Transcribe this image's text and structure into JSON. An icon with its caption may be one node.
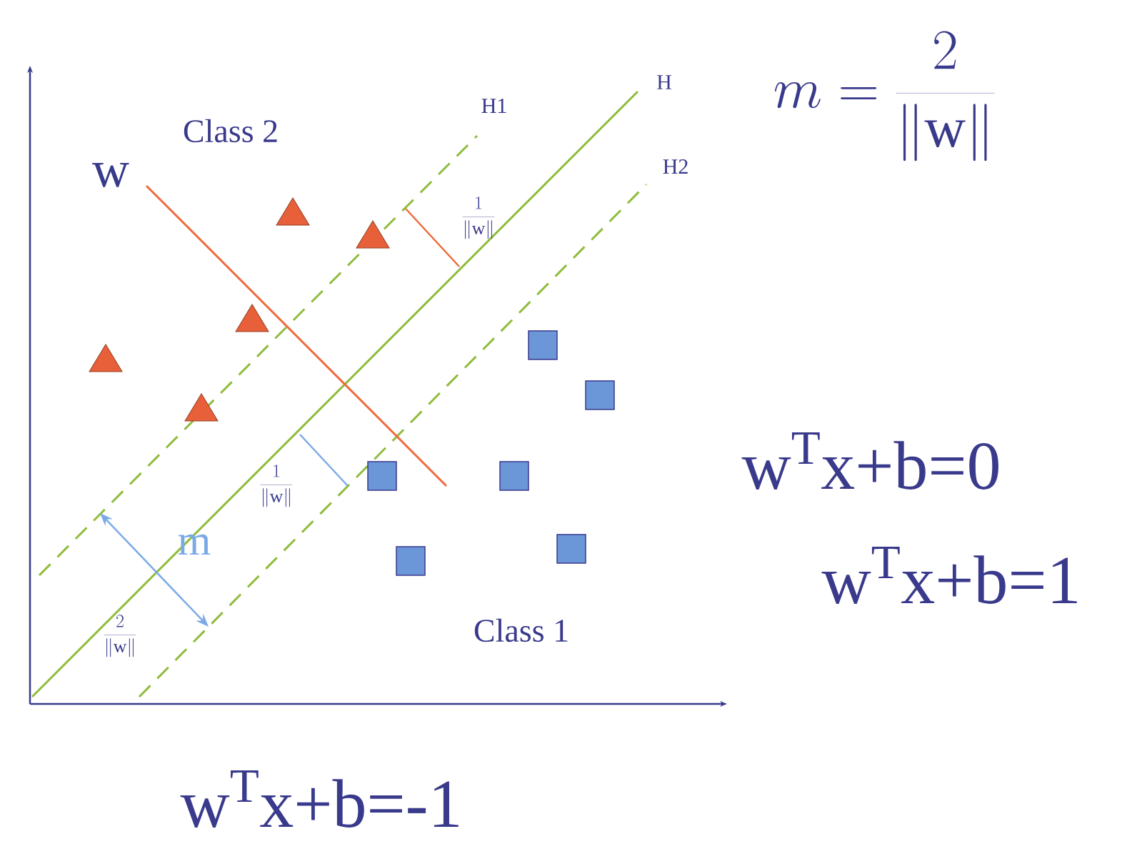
{
  "diagram": {
    "labels": [
      "H",
      "m=\\frac{2}{\\|\\mathrm{w}\\|}",
      "H1",
      "Class 2",
      "H2",
      "w",
      "\\frac{1}{\\|\\mathrm{w}\\|}",
      "w$^{T}$x+b=0",
      "\\frac{1}{\\|\\mathrm{w}\\|}",
      "m",
      "w$^{T}$x+b=1",
      "\\frac{2}{\\|\\mathrm{w}\\|}",
      "Class 1",
      "w$^{T}$x+b=-1"
    ]
  }
}
